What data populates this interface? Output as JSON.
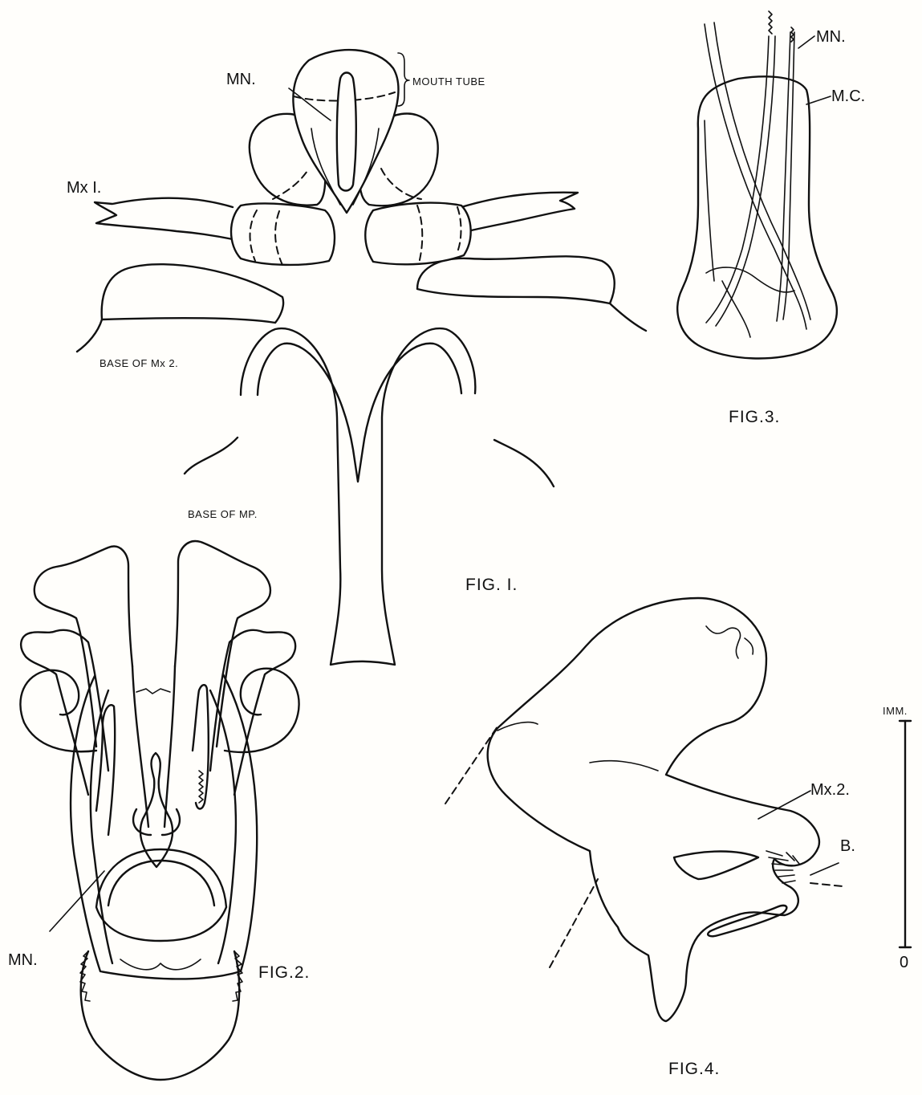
{
  "figures": {
    "fig1": {
      "title": "FIG. I.",
      "labels": {
        "mn": "MN.",
        "mouth_tube": "MOUTH TUBE",
        "mx1": "Mx I.",
        "base_mx2": "BASE OF Mx 2.",
        "base_mp": "BASE OF MP."
      }
    },
    "fig2": {
      "title": "FIG.2.",
      "labels": {
        "mn": "MN."
      }
    },
    "fig3": {
      "title": "FIG.3.",
      "labels": {
        "mn": "MN.",
        "mc": "M.C."
      }
    },
    "fig4": {
      "title": "FIG.4.",
      "labels": {
        "mx2": "Mx.2.",
        "b": "B."
      }
    }
  },
  "scale_bar": {
    "top_label": "IMM.",
    "bottom_label": "0"
  }
}
